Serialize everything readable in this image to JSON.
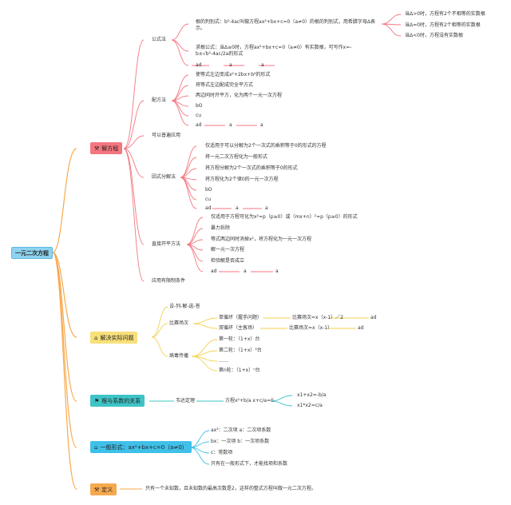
{
  "root": "一元二次方程",
  "branches": {
    "solve": {
      "label": "解方程",
      "icon": "hammer-icon",
      "formula": {
        "label": "公式法",
        "discriminant": "根的判别式：b²-4ac叫做方程ax²+bx+c=0（a≠0）的根的判别式，用希腊字母Δ表示。",
        "cases": [
          "当Δ>0时，方程有2个不相等的实数根",
          "当Δ=0时，方程有2个相等的实数根",
          "当Δ<0时，方程没有实数根"
        ],
        "root_formula": "求根公式：当Δ≥0时，方程ax²+bx+c=0（a≠0）有实数根，可写作x=-b±√b²-4ac/2a的形式",
        "chain": [
          "ad",
          "a",
          "a"
        ]
      },
      "complete_square": {
        "label": "配方法",
        "steps": [
          "使等式左边变成x²+2bx+b²的形式",
          "将等式左边配成完全平方式",
          "两边同时开平方，化为两个一元一次方程",
          "bO",
          "cu"
        ],
        "chain": [
          "ad",
          "a",
          "a"
        ]
      },
      "general_note": "可以普遍应用",
      "factoring": {
        "label": "因式分解法",
        "steps": [
          "仅适用于可以分解为2个一次式的乘积等于0的形式的方程",
          "将一元二次方程化为一般形式",
          "将方程分解为2个一次式的乘积等于0的形式",
          "将方程化为2个律0的一元一次方程",
          "bO",
          "cu"
        ],
        "chain": [
          "ad",
          "a",
          "a"
        ]
      },
      "direct_root": {
        "label": "直接开平方法",
        "steps": [
          "仅适用于方程可化为x²=p（p≥0）或（mx+n）²=p（p≥0）的形式",
          "暴力拆除",
          "等式两边同时消掉x²，将方程化为一元一次方程",
          "解一元一次方程",
          "检验解是否成立"
        ],
        "chain": [
          "ad",
          "a",
          "a"
        ]
      },
      "restricted_note": "应用有限制条件"
    },
    "apply": {
      "label": "解决实际问题",
      "icon": "house-icon",
      "steps_label": "设-列-解-选-答",
      "match": {
        "label": "比赛场次",
        "single": {
          "label": "单循环（握手问题）",
          "formula": "比赛场次=x（x-1）／2",
          "tail": "ad"
        },
        "double": {
          "label": "双循环（主客场）",
          "formula": "比赛场次=x（x-1）",
          "tail": "ad"
        }
      },
      "virus": {
        "label": "病毒传播",
        "rounds": [
          "第一轮：（1+x）台",
          "第二轮：（1+x）²台",
          "……",
          "第n轮：（1+x）ⁿ台"
        ]
      }
    },
    "roots": {
      "label": "根与系数的关系",
      "icon": "flag-icon",
      "vieta_label": "韦达定理",
      "equation": "方程x²+b/a x+c/a=0",
      "results": [
        "x1+x2=-b/a",
        "x1*x2=c/a"
      ]
    },
    "general": {
      "label": "一般形式：ax²+bx+c=0（a≠0）",
      "icon": "home-icon",
      "items": [
        "ax²：二次项 a：二次项系数",
        "bx：一次项 b：一次项系数",
        "c：常数项",
        "只有在一般形式下，才能找项和系数"
      ]
    },
    "definition": {
      "label": "定义",
      "icon": "hammer-icon",
      "text": "只有一个未知数，且未知数的最高次数是2，这样的整式方程叫做一元二次方程。"
    }
  },
  "colors": {
    "red": "#f47680",
    "yellow": "#f8e07a",
    "teal": "#3ec4c7",
    "blue": "#3fc0e8",
    "orange": "#f7a94e",
    "root": "#8fd3f0"
  }
}
